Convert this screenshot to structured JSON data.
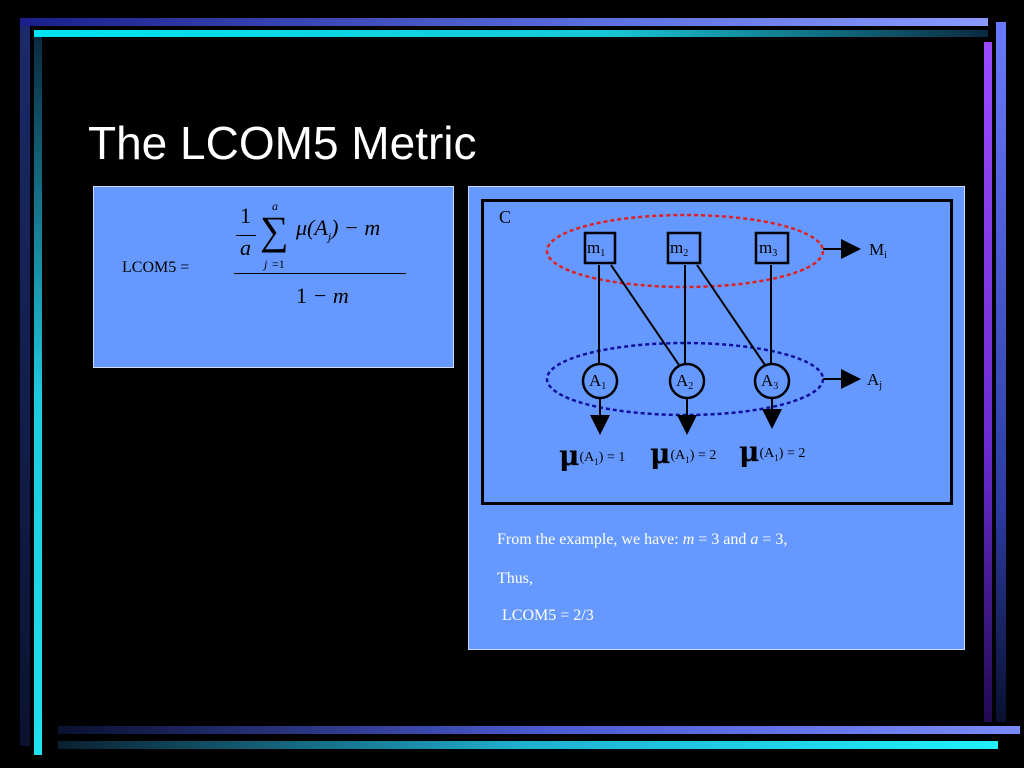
{
  "slide": {
    "title": "The LCOM5 Metric"
  },
  "formula": {
    "label": "LCOM5 =",
    "numerator_one": "1",
    "numerator_a": "a",
    "sum_upper": "a",
    "sum_lower_var": "j",
    "sum_lower_eq": "=1",
    "mu_expression": "μ(A",
    "mu_sub": "j",
    "mu_rest": ") − m",
    "denominator_one": "1",
    "denominator_rest": " − m"
  },
  "diagram": {
    "class_label": "C",
    "methods": [
      {
        "base": "m",
        "sub": "1"
      },
      {
        "base": "m",
        "sub": "2"
      },
      {
        "base": "m",
        "sub": "3"
      }
    ],
    "attributes": [
      {
        "base": "A",
        "sub": "1"
      },
      {
        "base": "A",
        "sub": "2"
      },
      {
        "base": "A",
        "sub": "3"
      }
    ],
    "methods_set_label": {
      "base": "M",
      "sub": "i"
    },
    "attributes_set_label": {
      "base": "A",
      "sub": "j"
    },
    "mu_values": [
      {
        "glyph": "μ",
        "open": "(A",
        "sub": "1",
        "close": ") = 1"
      },
      {
        "glyph": "μ",
        "open": "(A",
        "sub": "1",
        "close": ") = 2"
      },
      {
        "glyph": "μ",
        "open": "(A",
        "sub": "1",
        "close": ") = 2"
      }
    ],
    "method_ellipse_color": "#e02020",
    "attribute_ellipse_color": "#1010a0"
  },
  "example": {
    "line1_prefix": "From the example, we have: ",
    "line1_m": "m",
    "line1_mid": " = 3 and ",
    "line1_a": "a",
    "line1_suffix": " = 3,",
    "line2": "Thus,",
    "line3": "LCOM5 = 2/3"
  }
}
